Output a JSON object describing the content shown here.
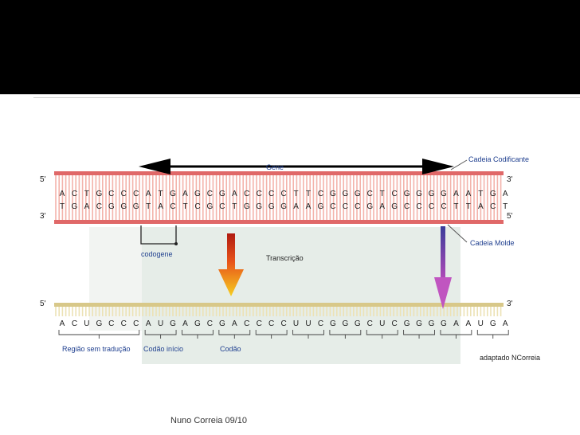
{
  "footer": "Nuno Correia 09/10",
  "labels": {
    "gene": "Gene",
    "coding_strand": "Cadeia Codificante",
    "template_strand": "Cadeia Molde",
    "codogene": "codogene",
    "transcription": "Transcrição",
    "untranslated_region": "Região sem tradução",
    "start_codon": "Codão início",
    "codon": "Codão",
    "adapted": "adaptado NCorreia",
    "five_prime": "5'",
    "three_prime": "3'"
  },
  "sequences": {
    "coding": [
      "A",
      "C",
      "T",
      "G",
      "C",
      "C",
      "C",
      "A",
      "T",
      "G",
      "A",
      "G",
      "C",
      "G",
      "A",
      "C",
      "C",
      "C",
      "C",
      "T",
      "T",
      "C",
      "G",
      "G",
      "G",
      "C",
      "T",
      "C",
      "G",
      "G",
      "G",
      "G",
      "A",
      "A",
      "T",
      "G",
      "A"
    ],
    "template": [
      "T",
      "G",
      "A",
      "C",
      "G",
      "G",
      "G",
      "T",
      "A",
      "C",
      "T",
      "C",
      "G",
      "C",
      "T",
      "G",
      "G",
      "G",
      "G",
      "A",
      "A",
      "G",
      "C",
      "C",
      "C",
      "G",
      "A",
      "G",
      "C",
      "C",
      "C",
      "C",
      "T",
      "T",
      "A",
      "C",
      "T"
    ],
    "mrna": [
      "A",
      "C",
      "U",
      "G",
      "C",
      "C",
      "C",
      "A",
      "U",
      "G",
      "A",
      "G",
      "C",
      "G",
      "A",
      "C",
      "C",
      "C",
      "C",
      "U",
      "U",
      "C",
      "G",
      "G",
      "G",
      "C",
      "U",
      "C",
      "G",
      "G",
      "G",
      "G",
      "A",
      "A",
      "U",
      "G",
      "A"
    ]
  },
  "colors": {
    "dna_strand": "#e06868",
    "dna_rungs": "#f3b3ab",
    "mrna_strand": "#d8c889",
    "mrna_rungs": "#ece2b5",
    "label_blue": "#1f3f8f",
    "shaded_panel": "#e4ebe6"
  }
}
